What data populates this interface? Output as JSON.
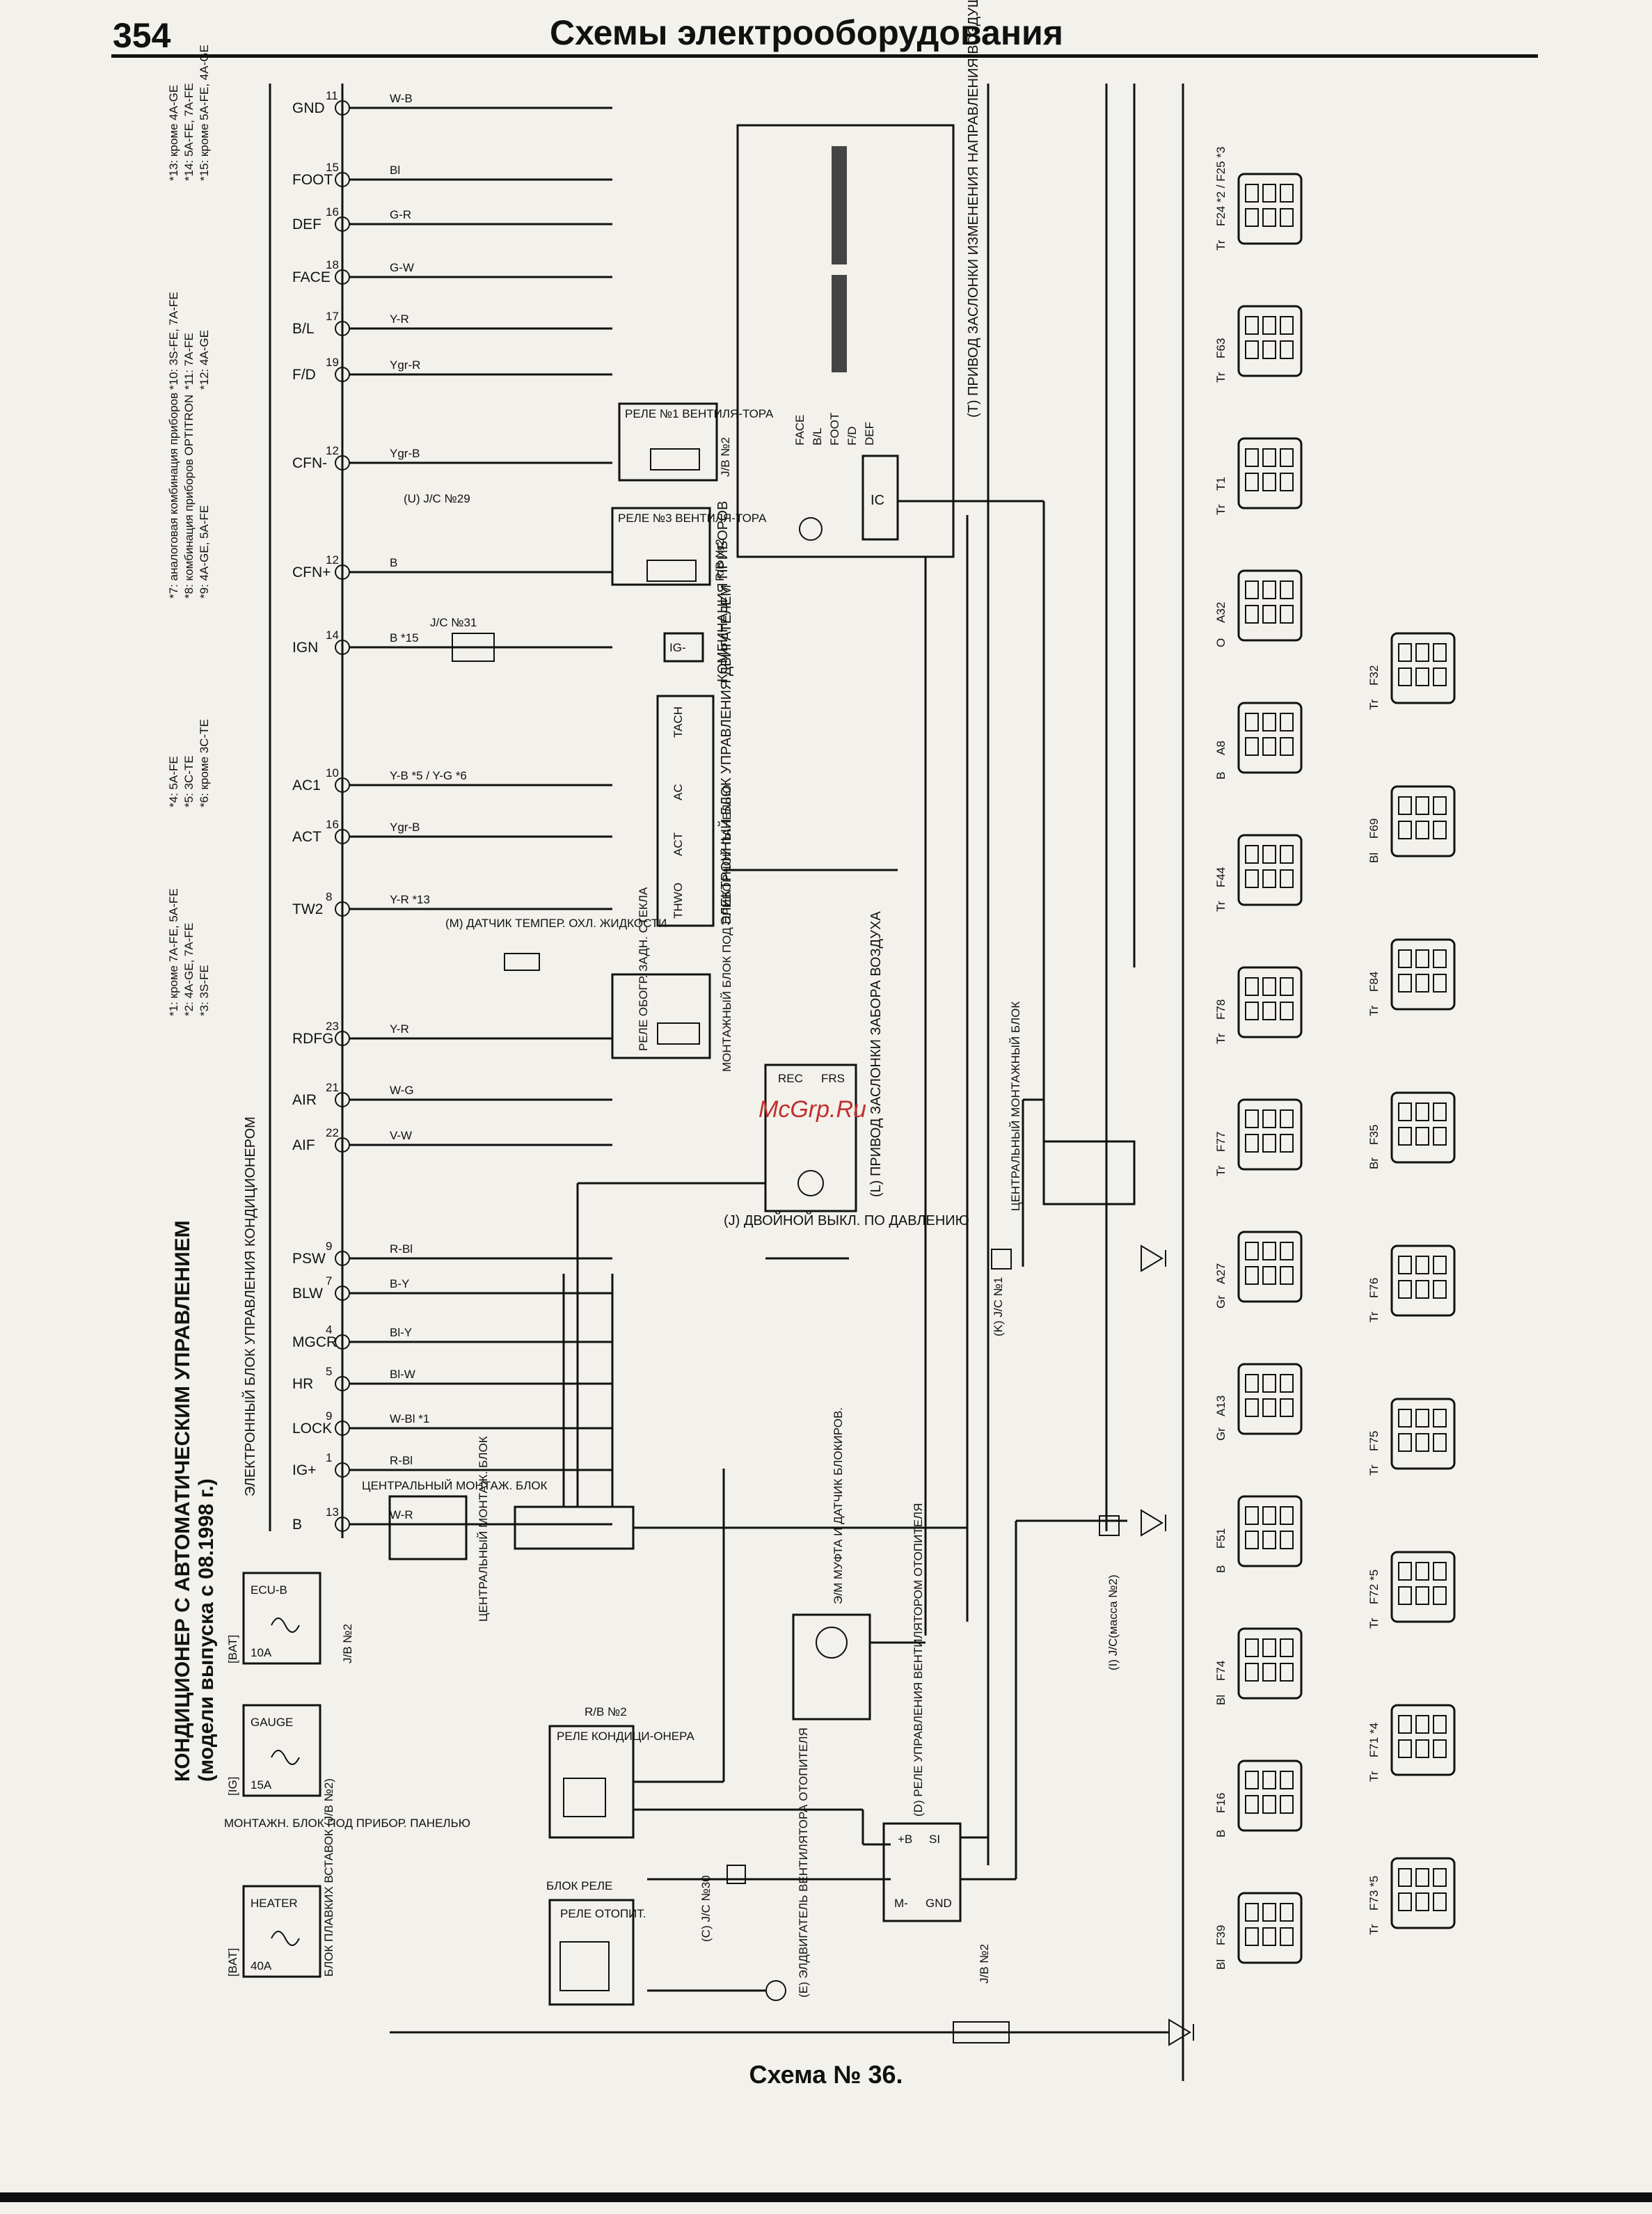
{
  "header": {
    "page_number": "354",
    "title": "Схемы электрооборудования"
  },
  "diagram": {
    "title_line1": "КОНДИЦИОНЕР С АВТОМАТИЧЕСКИМ УПРАВЛЕНИЕМ",
    "title_line2": "(модели выпуска с 08.1998 г.)",
    "ecu_bar_label": "ЭЛЕКТРОННЫЙ БЛОК УПРАВЛЕНИЯ КОНДИЦИОНЕРОМ",
    "signals": [
      {
        "name": "GND",
        "pin": "11",
        "wire": "W-B"
      },
      {
        "name": "FOOT",
        "pin": "15",
        "wire": "Bl"
      },
      {
        "name": "DEF",
        "pin": "16",
        "wire": "G-R"
      },
      {
        "name": "FACE",
        "pin": "18",
        "wire": "G-W"
      },
      {
        "name": "B/L",
        "pin": "17",
        "wire": "Y-R"
      },
      {
        "name": "F/D",
        "pin": "19",
        "wire": "Ygr-R"
      },
      {
        "name": "CFN-",
        "pin": "12",
        "wire": "Ygr-B"
      },
      {
        "name": "CFN+",
        "pin": "12",
        "wire": "B"
      },
      {
        "name": "IGN",
        "pin": "14",
        "wire": "B *15"
      },
      {
        "name": "AC1",
        "pin": "10",
        "wire": "Y-B *5 / Y-G *6"
      },
      {
        "name": "ACT",
        "pin": "16",
        "wire": "Ygr-B"
      },
      {
        "name": "TW2",
        "pin": "8",
        "wire": "Y-R *13"
      },
      {
        "name": "RDFG",
        "pin": "23",
        "wire": "Y-R"
      },
      {
        "name": "AIR",
        "pin": "21",
        "wire": "W-G"
      },
      {
        "name": "AIF",
        "pin": "22",
        "wire": "V-W"
      },
      {
        "name": "PSW",
        "pin": "9",
        "wire": "R-Bl"
      },
      {
        "name": "BLW",
        "pin": "7",
        "wire": "B-Y"
      },
      {
        "name": "MGCR",
        "pin": "4",
        "wire": "Bl-Y"
      },
      {
        "name": "HR",
        "pin": "5",
        "wire": "Bl-W"
      },
      {
        "name": "LOCK",
        "pin": "9",
        "wire": "W-Bl *1"
      },
      {
        "name": "IG+",
        "pin": "1",
        "wire": "R-Bl"
      },
      {
        "name": "B",
        "pin": "13",
        "wire": "W-R"
      }
    ],
    "components": {
      "damper_actuator": "(T) ПРИВОД ЗАСЛОНКИ ИЗМЕНЕНИЯ НАПРАВЛЕНИЯ ВОЗДУШНОГО ПОТОКА",
      "damper_modes": [
        "FACE",
        "B/L",
        "FOOT",
        "F/D",
        "DEF"
      ],
      "ic_label": "IC",
      "fan_relay1": "РЕЛЕ №1 ВЕНТИЛЯ-ТОРА",
      "fan_relay1_jb": "J/B №2",
      "fan_relay3": "РЕЛЕ №3 ВЕНТИЛЯ-ТОРА",
      "fan_relay3_rb": "R/B №2",
      "jc29": "(U) J/C №29",
      "jc31": "J/C №31",
      "combination_meter": "КОМБИНАЦИЯ ПРИБОРОВ",
      "combination_meter_pin": "IG-",
      "engine_ecu": "ЭЛЕКТРОННЫЙ БЛОК УПРАВЛЕНИЯ ДВИГАТЕЛЕМ",
      "engine_ecu_pins": [
        "TACH",
        "AC",
        "ACT",
        "THWO"
      ],
      "coolant_sensor": "(M) ДАТЧИК ТЕМПЕР. ОХЛ. ЖИДКОСТИ",
      "defogger_relay": "РЕЛЕ ОБОГР. ЗАДН. СТЕКЛА",
      "junction_block_dash": "МОНТАЖНЫЙ БЛОК ПОД ПРИБОРНОЙ ПАНЕЛЬЮ",
      "air_inlet_actuator": "(L) ПРИВОД ЗАСЛОНКИ ЗАБОРА ВОЗДУХА",
      "air_inlet_modes": [
        "REC",
        "FRS"
      ],
      "pressure_switch": "(J) ДВОЙНОЙ ВЫКЛ. ПО ДАВЛЕНИЮ",
      "central_block_right": "ЦЕНТРАЛЬНЫЙ МОНТАЖНЫЙ БЛОК",
      "jc1": "(K) J/C №1",
      "jc2": "(I) J/C(масса №2)",
      "central_block_left": "ЦЕНТРАЛЬНЫЙ МОНТАЖ. БЛОК",
      "central_block_mid": "ЦЕНТРАЛЬНЫЙ МОНТАЖ. БЛОК",
      "magnetic_clutch": "Э/М МУФТА И ДАТЧИК БЛОКИРОВ.",
      "blower_relay": "(D) РЕЛЕ УПРАВЛЕНИЯ ВЕНТИЛЯТОРОМ ОТОПИТЕЛЯ",
      "blower_relay_pins": [
        "SI",
        "+B",
        "GND",
        "M-"
      ],
      "ac_relay": "РЕЛЕ КОНДИЦИ-ОНЕРА",
      "ac_relay_rb": "R/B №2",
      "relay_block": "БЛОК РЕЛЕ",
      "heater_relay": "РЕЛЕ ОТОПИТ.",
      "jc30": "(C) J/C №30",
      "blower_motor": "(E) ЭЛДВИГАТЕЛЬ ВЕНТИЛЯТОРА ОТОПИТЕЛЯ",
      "jb2_bottom": "J/B №2",
      "dash_block": "МОНТАЖН. БЛОК ПОД ПРИБОР. ПАНЕЛЬЮ",
      "main_fuse_block": "БЛОК ПЛАВКИХ ВСТАВОК (J/B №2)"
    },
    "fuses": [
      {
        "source": "[BAT]",
        "name": "ECU-B",
        "rating": "10A",
        "box": "J/B №2"
      },
      {
        "source": "[IG]",
        "name": "GAUGE",
        "rating": "15A",
        "box": ""
      },
      {
        "source": "[BAT]",
        "name": "HEATER",
        "rating": "40A",
        "box": ""
      }
    ],
    "notes": [
      "*1: кроме 7A-FE, 5A-FE",
      "*2: 4A-GE, 7A-FE",
      "*3: 3S-FE",
      "*4: 5A-FE",
      "*5: 3C-TE",
      "*6: кроме 3C-TE",
      "*7: аналоговая комбинация приборов",
      "*8: комбинация приборов OPTITRON",
      "*9: 4A-GE, 5A-FE",
      "*10: 3S-FE, 7A-FE",
      "*11: 7A-FE",
      "*12: 4A-GE",
      "*13: кроме 4A-GE",
      "*14: 5A-FE, 7A-FE",
      "*15: кроме 5A-FE, 4A-GE"
    ],
    "watermark": "McGrp.Ru"
  },
  "connectors": [
    {
      "color": "Tr",
      "id": "F24 *2 / F25 *3"
    },
    {
      "color": "Tr",
      "id": "F63"
    },
    {
      "color": "Tr",
      "id": "T1"
    },
    {
      "color": "O",
      "id": "A32"
    },
    {
      "color": "Tr",
      "id": "F32"
    },
    {
      "color": "B",
      "id": "A8"
    },
    {
      "color": "Bl",
      "id": "F69"
    },
    {
      "color": "Tr",
      "id": "F44"
    },
    {
      "color": "Tr",
      "id": "F84"
    },
    {
      "color": "Tr",
      "id": "F78"
    },
    {
      "color": "Tr",
      "id": "F77"
    },
    {
      "color": "Br",
      "id": "F35"
    },
    {
      "color": "Gr",
      "id": "A27"
    },
    {
      "color": "Tr",
      "id": "F76"
    },
    {
      "color": "Gr",
      "id": "A13"
    },
    {
      "color": "Tr",
      "id": "F75"
    },
    {
      "color": "B",
      "id": "F51"
    },
    {
      "color": "Tr",
      "id": "F72 *5"
    },
    {
      "color": "Bl",
      "id": "F74"
    },
    {
      "color": "Tr",
      "id": "F71 *4"
    },
    {
      "color": "B",
      "id": "F16"
    },
    {
      "color": "Bl",
      "id": "F39"
    },
    {
      "color": "Tr",
      "id": "F73 *5"
    }
  ],
  "caption": "Схема № 36."
}
